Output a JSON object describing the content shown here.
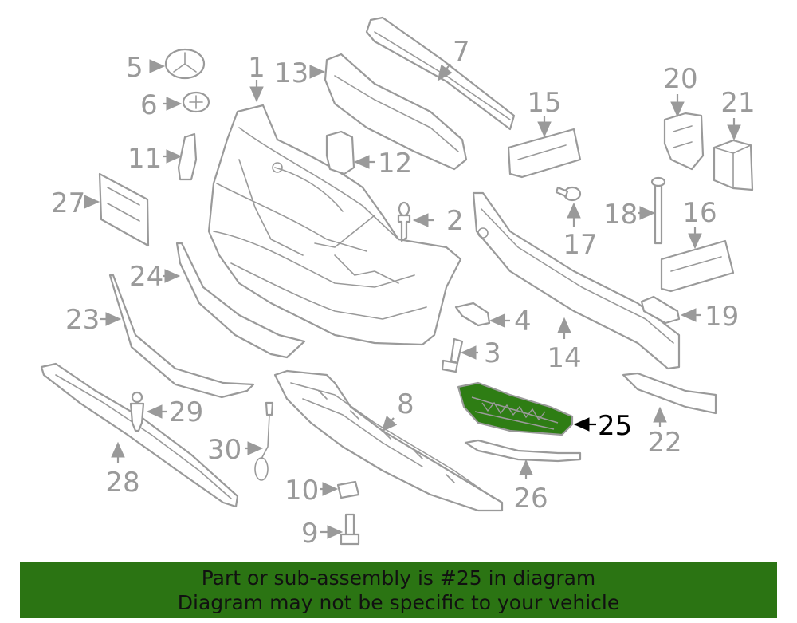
{
  "labels": {
    "p1": "1",
    "p2": "2",
    "p3": "3",
    "p4": "4",
    "p5": "5",
    "p6": "6",
    "p7": "7",
    "p8": "8",
    "p9": "9",
    "p10": "10",
    "p11": "11",
    "p12": "12",
    "p13": "13",
    "p14": "14",
    "p15": "15",
    "p16": "16",
    "p17": "17",
    "p18": "18",
    "p19": "19",
    "p20": "20",
    "p21": "21",
    "p22": "22",
    "p23": "23",
    "p24": "24",
    "p25": "25",
    "p26": "26",
    "p27": "27",
    "p28": "28",
    "p29": "29",
    "p30": "30"
  },
  "highlight": {
    "part": "25",
    "fill_color": "#2e7d14",
    "line_color": "#9a9a9a",
    "label_color": "#000000"
  },
  "banner": {
    "line1": "Part or sub-assembly is #25 in diagram",
    "line2": "Diagram may not be specific to your vehicle",
    "background": "#2b7413"
  }
}
